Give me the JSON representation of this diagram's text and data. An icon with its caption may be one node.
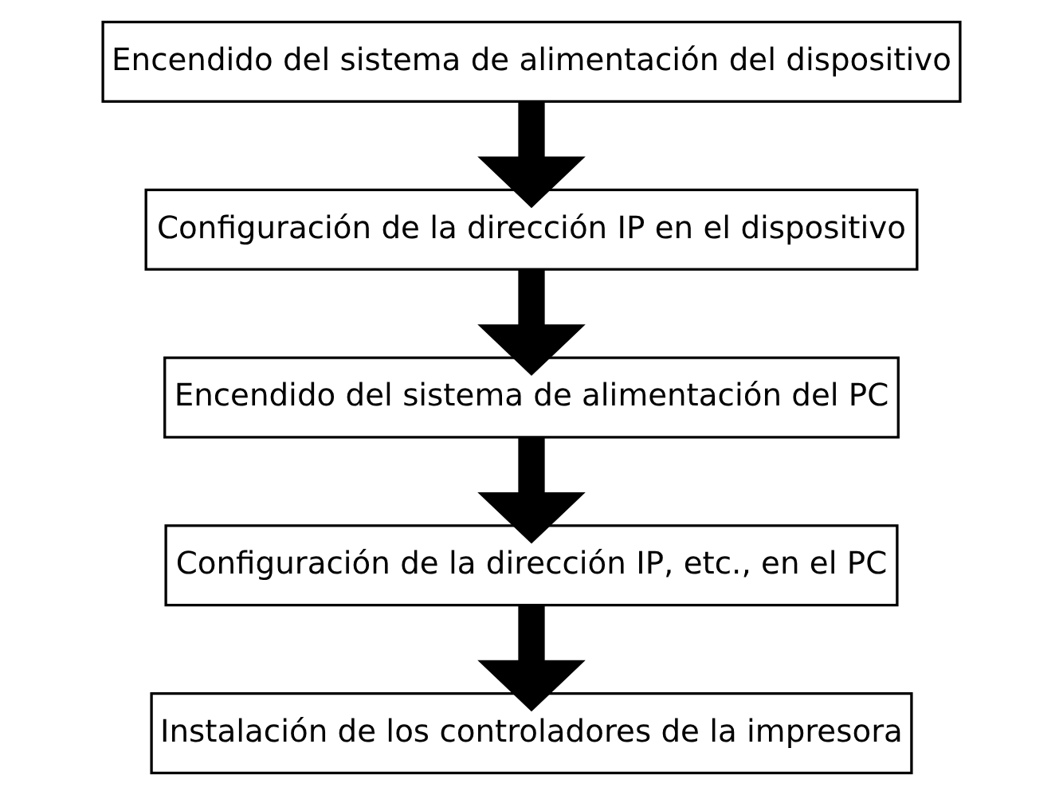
{
  "diagram": {
    "nodes": [
      {
        "text": [
          "Encendido del sistema de alimentación del dispositivo"
        ]
      },
      {
        "text": [
          "Configuración de la dirección IP en el dispositivo"
        ]
      },
      {
        "text": [
          "Encendido del sistema de alimentación del PC"
        ]
      },
      {
        "text": [
          "Configuración de la dirección IP, etc., en el PC"
        ]
      },
      {
        "text": [
          "Instalación de los controladores de la impresora"
        ]
      }
    ],
    "edges": [
      {
        "from": 0,
        "to": 1,
        "arrow": "to"
      },
      {
        "from": 1,
        "to": 2,
        "arrow": "to"
      },
      {
        "from": 2,
        "to": 3,
        "arrow": "to"
      },
      {
        "from": 3,
        "to": 4,
        "arrow": "to"
      }
    ]
  }
}
